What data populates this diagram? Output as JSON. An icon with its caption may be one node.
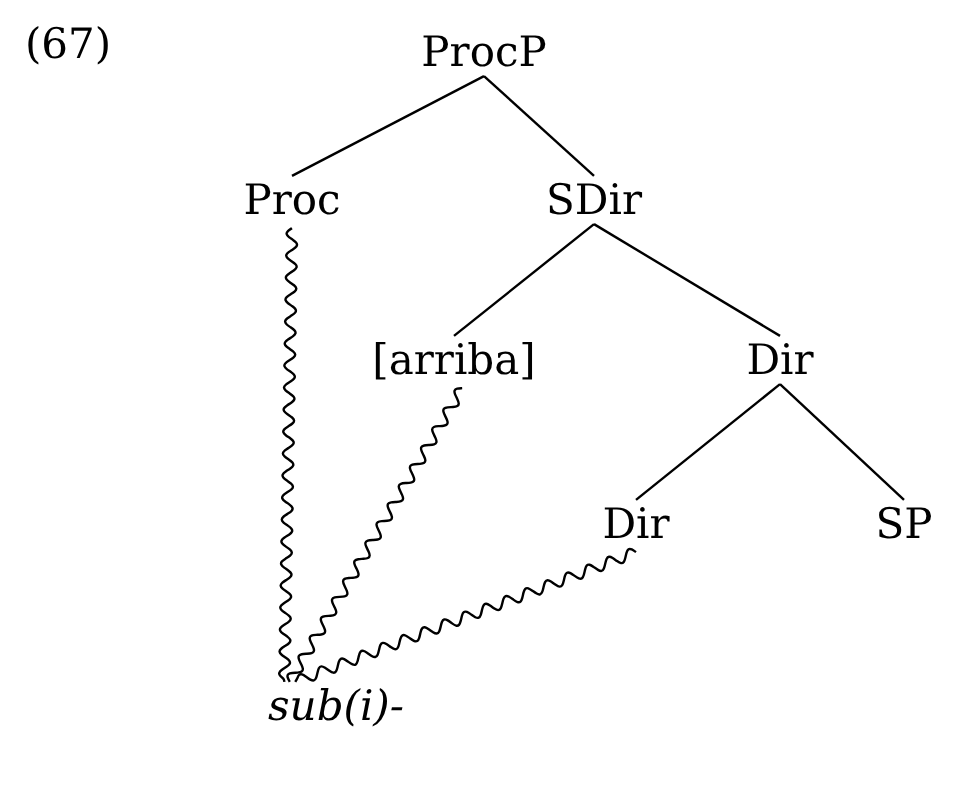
{
  "diagram": {
    "nodes": [
      {
        "text": [
          "ProcP"
        ]
      },
      {
        "text": [
          "Proc"
        ]
      },
      {
        "text": [
          "SDir"
        ]
      },
      {
        "text": [
          "[arriba]"
        ]
      },
      {
        "text": [
          "Dir"
        ]
      },
      {
        "text": [
          "Dir"
        ]
      },
      {
        "text": [
          "SP"
        ]
      },
      {
        "text": [
          "sub(i)-"
        ]
      }
    ],
    "edges": [
      {
        "from": 0,
        "to": 1,
        "arrow": "none"
      },
      {
        "from": 0,
        "to": 2,
        "arrow": "none"
      },
      {
        "from": 2,
        "to": 3,
        "arrow": "none"
      },
      {
        "from": 2,
        "to": 4,
        "arrow": "none"
      },
      {
        "from": 4,
        "to": 5,
        "arrow": "none"
      },
      {
        "from": 4,
        "to": 6,
        "arrow": "none"
      },
      {
        "from": 1,
        "to": 7,
        "arrow": "none"
      },
      {
        "from": 3,
        "to": 7,
        "arrow": "none"
      },
      {
        "from": 5,
        "to": 7,
        "arrow": "none"
      }
    ],
    "labels": [
      "(67)"
    ]
  }
}
